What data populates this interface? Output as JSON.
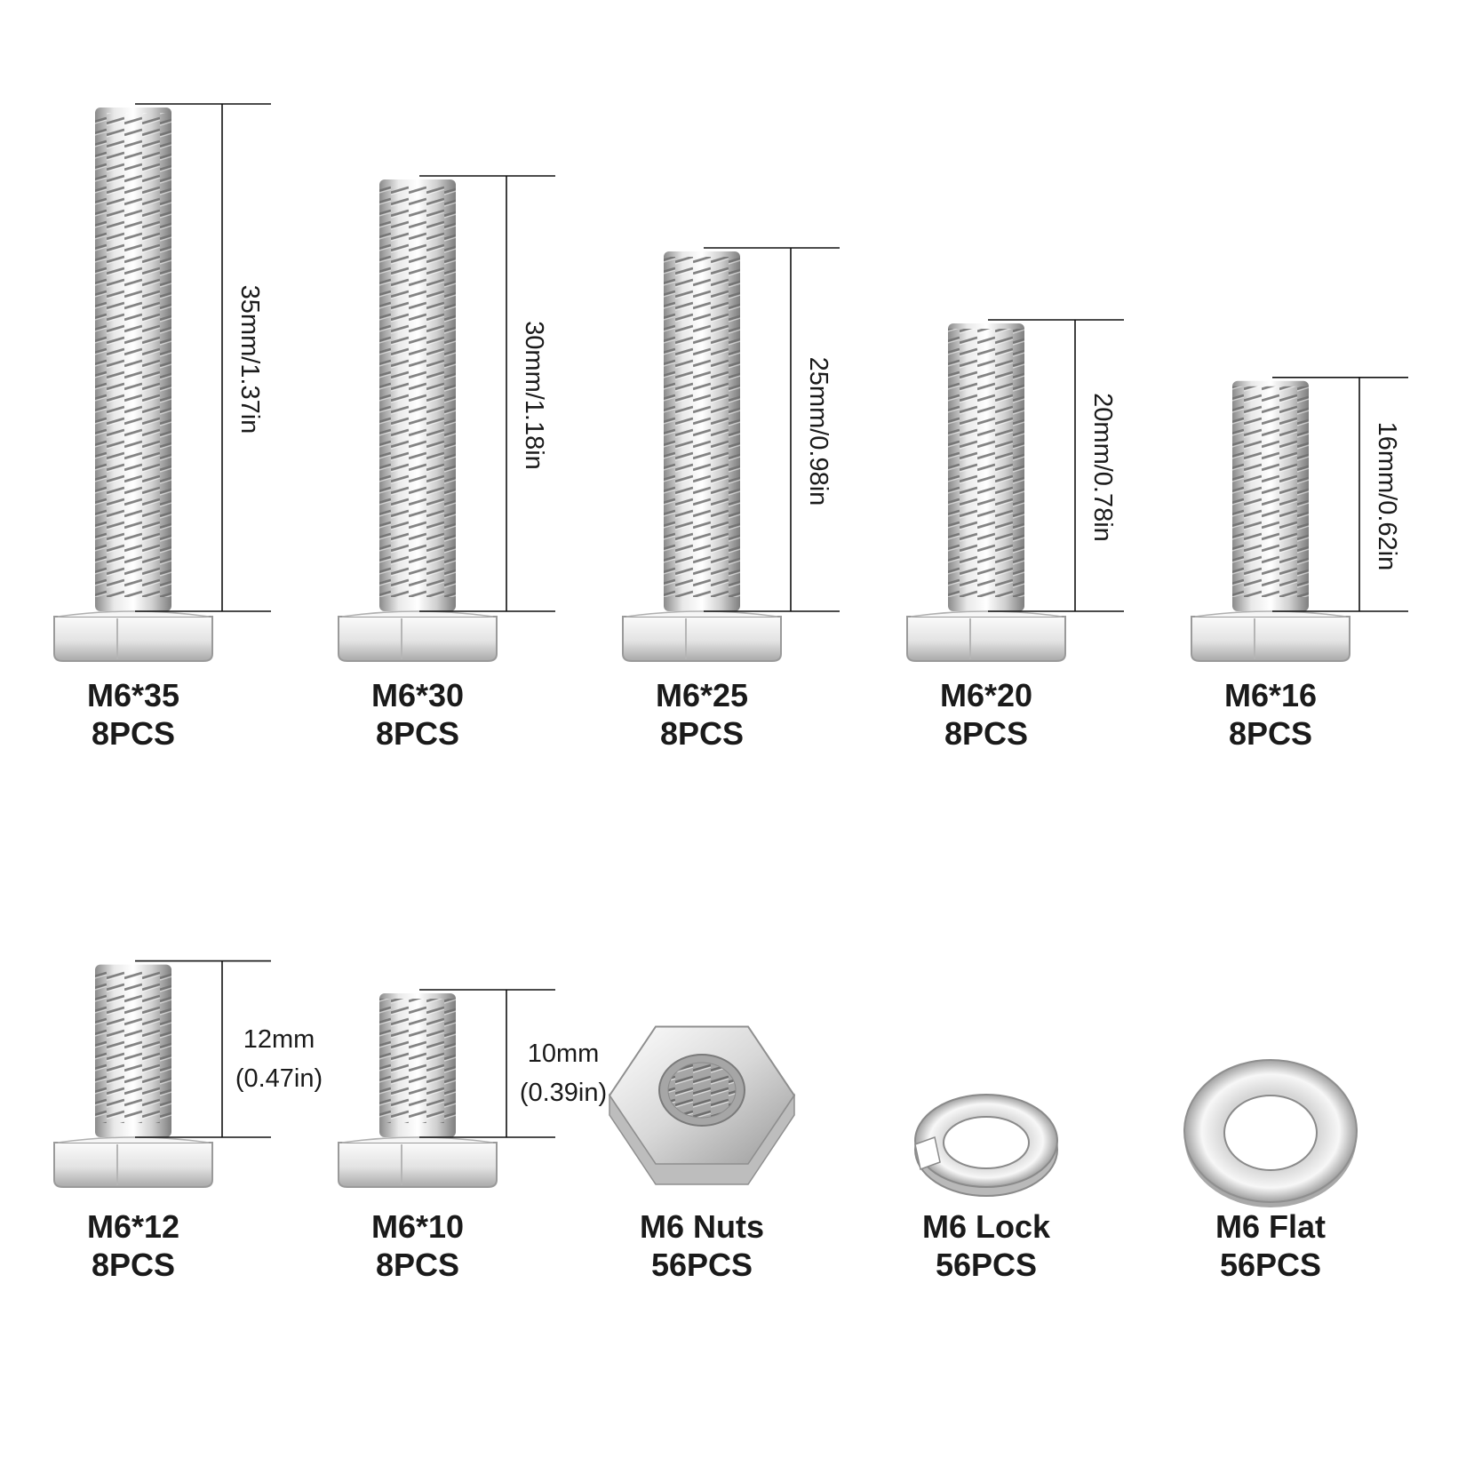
{
  "colors": {
    "background": "#ffffff",
    "metal_light": "#f4f4f4",
    "metal_mid": "#c9c9c9",
    "metal_dark": "#8a8a8a",
    "text": "#1a1a1a",
    "dimension_line": "#111111"
  },
  "bolts": [
    {
      "size": "M6*35",
      "qty": "8PCS",
      "length_label": "35mm/1.37in",
      "length_mm": 35
    },
    {
      "size": "M6*30",
      "qty": "8PCS",
      "length_label": "30mm/1.18in",
      "length_mm": 30
    },
    {
      "size": "M6*25",
      "qty": "8PCS",
      "length_label": "25mm/0.98in",
      "length_mm": 25
    },
    {
      "size": "M6*20",
      "qty": "8PCS",
      "length_label": "20mm/0.78in",
      "length_mm": 20
    },
    {
      "size": "M6*16",
      "qty": "8PCS",
      "length_label": "16mm/0.62in",
      "length_mm": 16
    },
    {
      "size": "M6*12",
      "qty": "8PCS",
      "length_label": "12mm",
      "length_label_2": "(0.47in)",
      "length_mm": 12
    },
    {
      "size": "M6*10",
      "qty": "8PCS",
      "length_label": "10mm",
      "length_label_2": "(0.39in)",
      "length_mm": 10
    }
  ],
  "accessories": [
    {
      "name": "M6 Nuts",
      "qty": "56PCS",
      "icon": "hex-nut-icon"
    },
    {
      "name": "M6 Lock",
      "qty": "56PCS",
      "icon": "lock-washer-icon"
    },
    {
      "name": "M6 Flat",
      "qty": "56PCS",
      "icon": "flat-washer-icon"
    }
  ]
}
